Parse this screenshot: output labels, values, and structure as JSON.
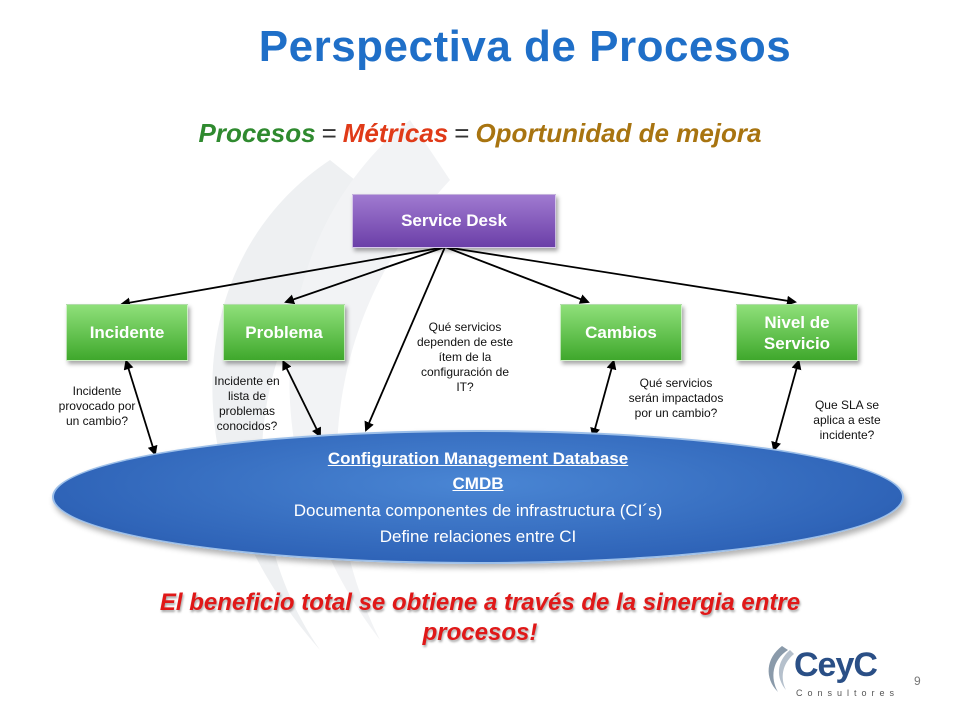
{
  "title": "Perspectiva de Procesos",
  "subtitle": {
    "part1": "Procesos",
    "eq1": "=",
    "part2": "Métricas",
    "eq2": "=",
    "part3": "Oportunidad de mejora"
  },
  "nodes": {
    "service_desk": "Service Desk",
    "incidente": "Incidente",
    "problema": "Problema",
    "cambios": "Cambios",
    "nivel_servicio": "Nivel de Servicio"
  },
  "notes": {
    "incidente": "Incidente provocado por un cambio?",
    "problema": "Incidente en lista de problemas conocidos?",
    "servicios_item": "Qué servicios dependen de este ítem de la configuración de IT?",
    "cambios": "Qué servicios serán impactados por un cambio?",
    "sla": "Que SLA se aplica a este incidente?"
  },
  "cmdb": {
    "line1": "Configuration Management Database",
    "line2": "CMDB",
    "line3": "Documenta componentes de infrastructura (CI´s)",
    "line4": "Define relaciones entre CI"
  },
  "benefit": "El beneficio total se obtiene a través de la sinergia entre procesos!",
  "page_number": "9",
  "logo": {
    "name": "CeyC",
    "tagline": "Consultores"
  },
  "colors": {
    "title": "#1f6fc8",
    "purple_box": "#6b3fa8",
    "green_box": "#3fa82c",
    "cmdb": "#2f64b8",
    "benefit": "#e01818"
  }
}
